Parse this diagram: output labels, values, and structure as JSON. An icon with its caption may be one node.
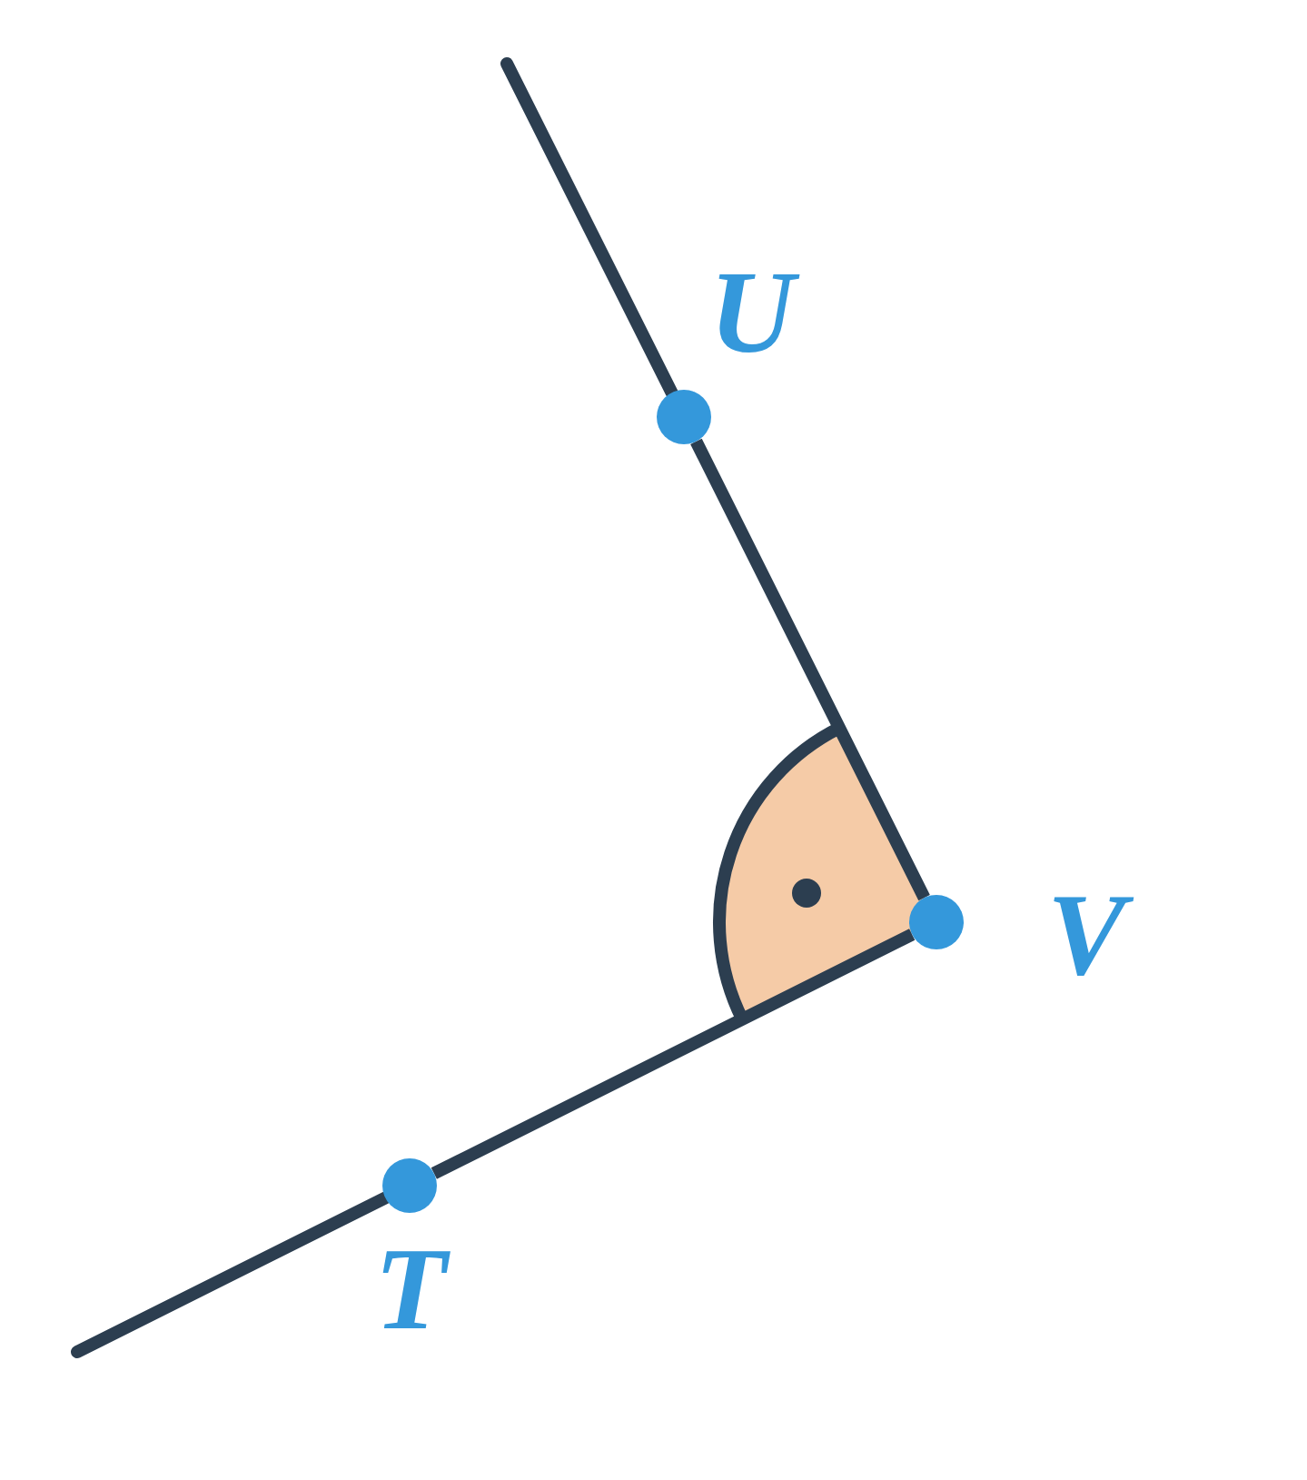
{
  "diagram": {
    "nodes": [
      {
        "text": [],
        "shape": "circle",
        "beside": [
          "U"
        ]
      },
      {
        "text": [],
        "shape": "circle",
        "beside": [
          "V"
        ]
      },
      {
        "text": [],
        "shape": "circle",
        "beside": [
          "T"
        ]
      }
    ],
    "edges": [
      {
        "from": 1,
        "to": 0,
        "arrow": "none"
      },
      {
        "from": 0,
        "to": null,
        "arrow": "none"
      },
      {
        "from": 1,
        "to": 2,
        "arrow": "none"
      },
      {
        "from": 2,
        "to": null,
        "arrow": "none"
      }
    ]
  }
}
